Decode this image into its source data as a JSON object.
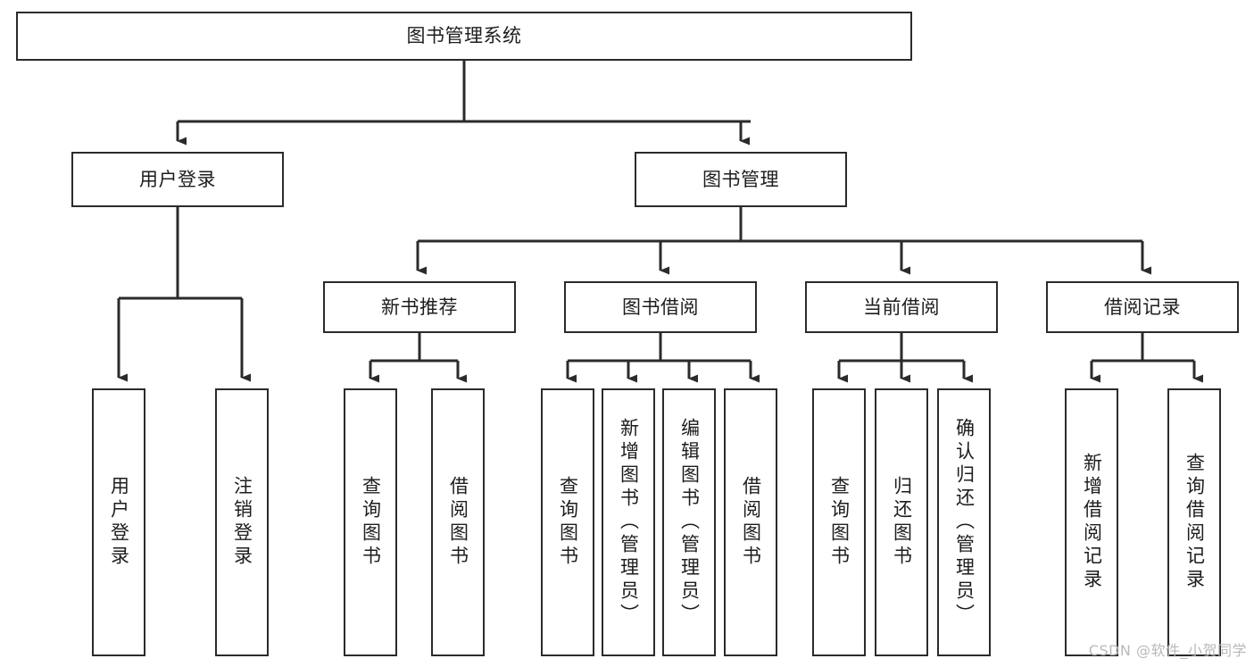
{
  "diagram": {
    "type": "tree-hierarchy",
    "title": "图书管理系统",
    "watermark": "CSDN @软件_小贺同学",
    "colors": {
      "stroke": "#2b2b2b",
      "fill": "#ffffff",
      "text": "#1d1d1d",
      "watermark": "#b9b9b9"
    },
    "root": {
      "label": "图书管理系统"
    },
    "level2": [
      {
        "label": "用户登录"
      },
      {
        "label": "图书管理"
      }
    ],
    "level3": [
      {
        "label": "新书推荐"
      },
      {
        "label": "图书借阅"
      },
      {
        "label": "当前借阅"
      },
      {
        "label": "借阅记录"
      }
    ],
    "leaves": {
      "user_login": [
        {
          "label": "用户登录"
        },
        {
          "label": "注销登录"
        }
      ],
      "new_book": [
        {
          "label": "查询图书"
        },
        {
          "label": "借阅图书"
        }
      ],
      "book_borrow": [
        {
          "label": "查询图书"
        },
        {
          "label": "新增图书（管理员）"
        },
        {
          "label": "编辑图书（管理员）"
        },
        {
          "label": "借阅图书"
        }
      ],
      "current_borrow": [
        {
          "label": "查询图书"
        },
        {
          "label": "归还图书"
        },
        {
          "label": "确认归还（管理员）"
        }
      ],
      "borrow_record": [
        {
          "label": "新增借阅记录"
        },
        {
          "label": "查询借阅记录"
        }
      ]
    }
  }
}
